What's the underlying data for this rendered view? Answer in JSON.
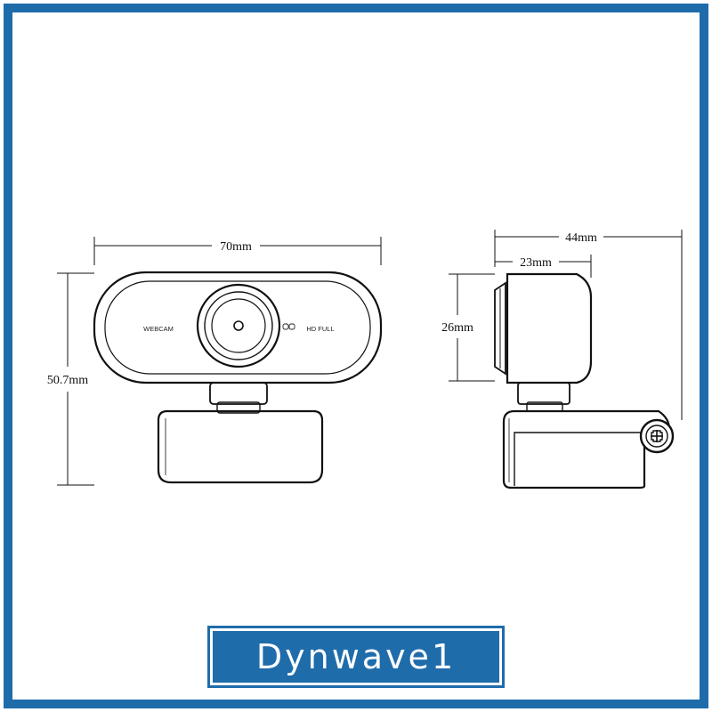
{
  "colors": {
    "border": "#1f6cab",
    "line": "#111111",
    "background": "#ffffff"
  },
  "dimensions": {
    "front_width": "70mm",
    "front_height": "50.7mm",
    "side_depth_total": "44mm",
    "side_depth_body": "23mm",
    "side_height": "26mm"
  },
  "front_labels": {
    "left": "WEBCAM",
    "right": "HD FULL",
    "icon": "hd-icon"
  },
  "side_icon": "knob-plus-icon",
  "brand": {
    "name": "Dynwave1"
  }
}
